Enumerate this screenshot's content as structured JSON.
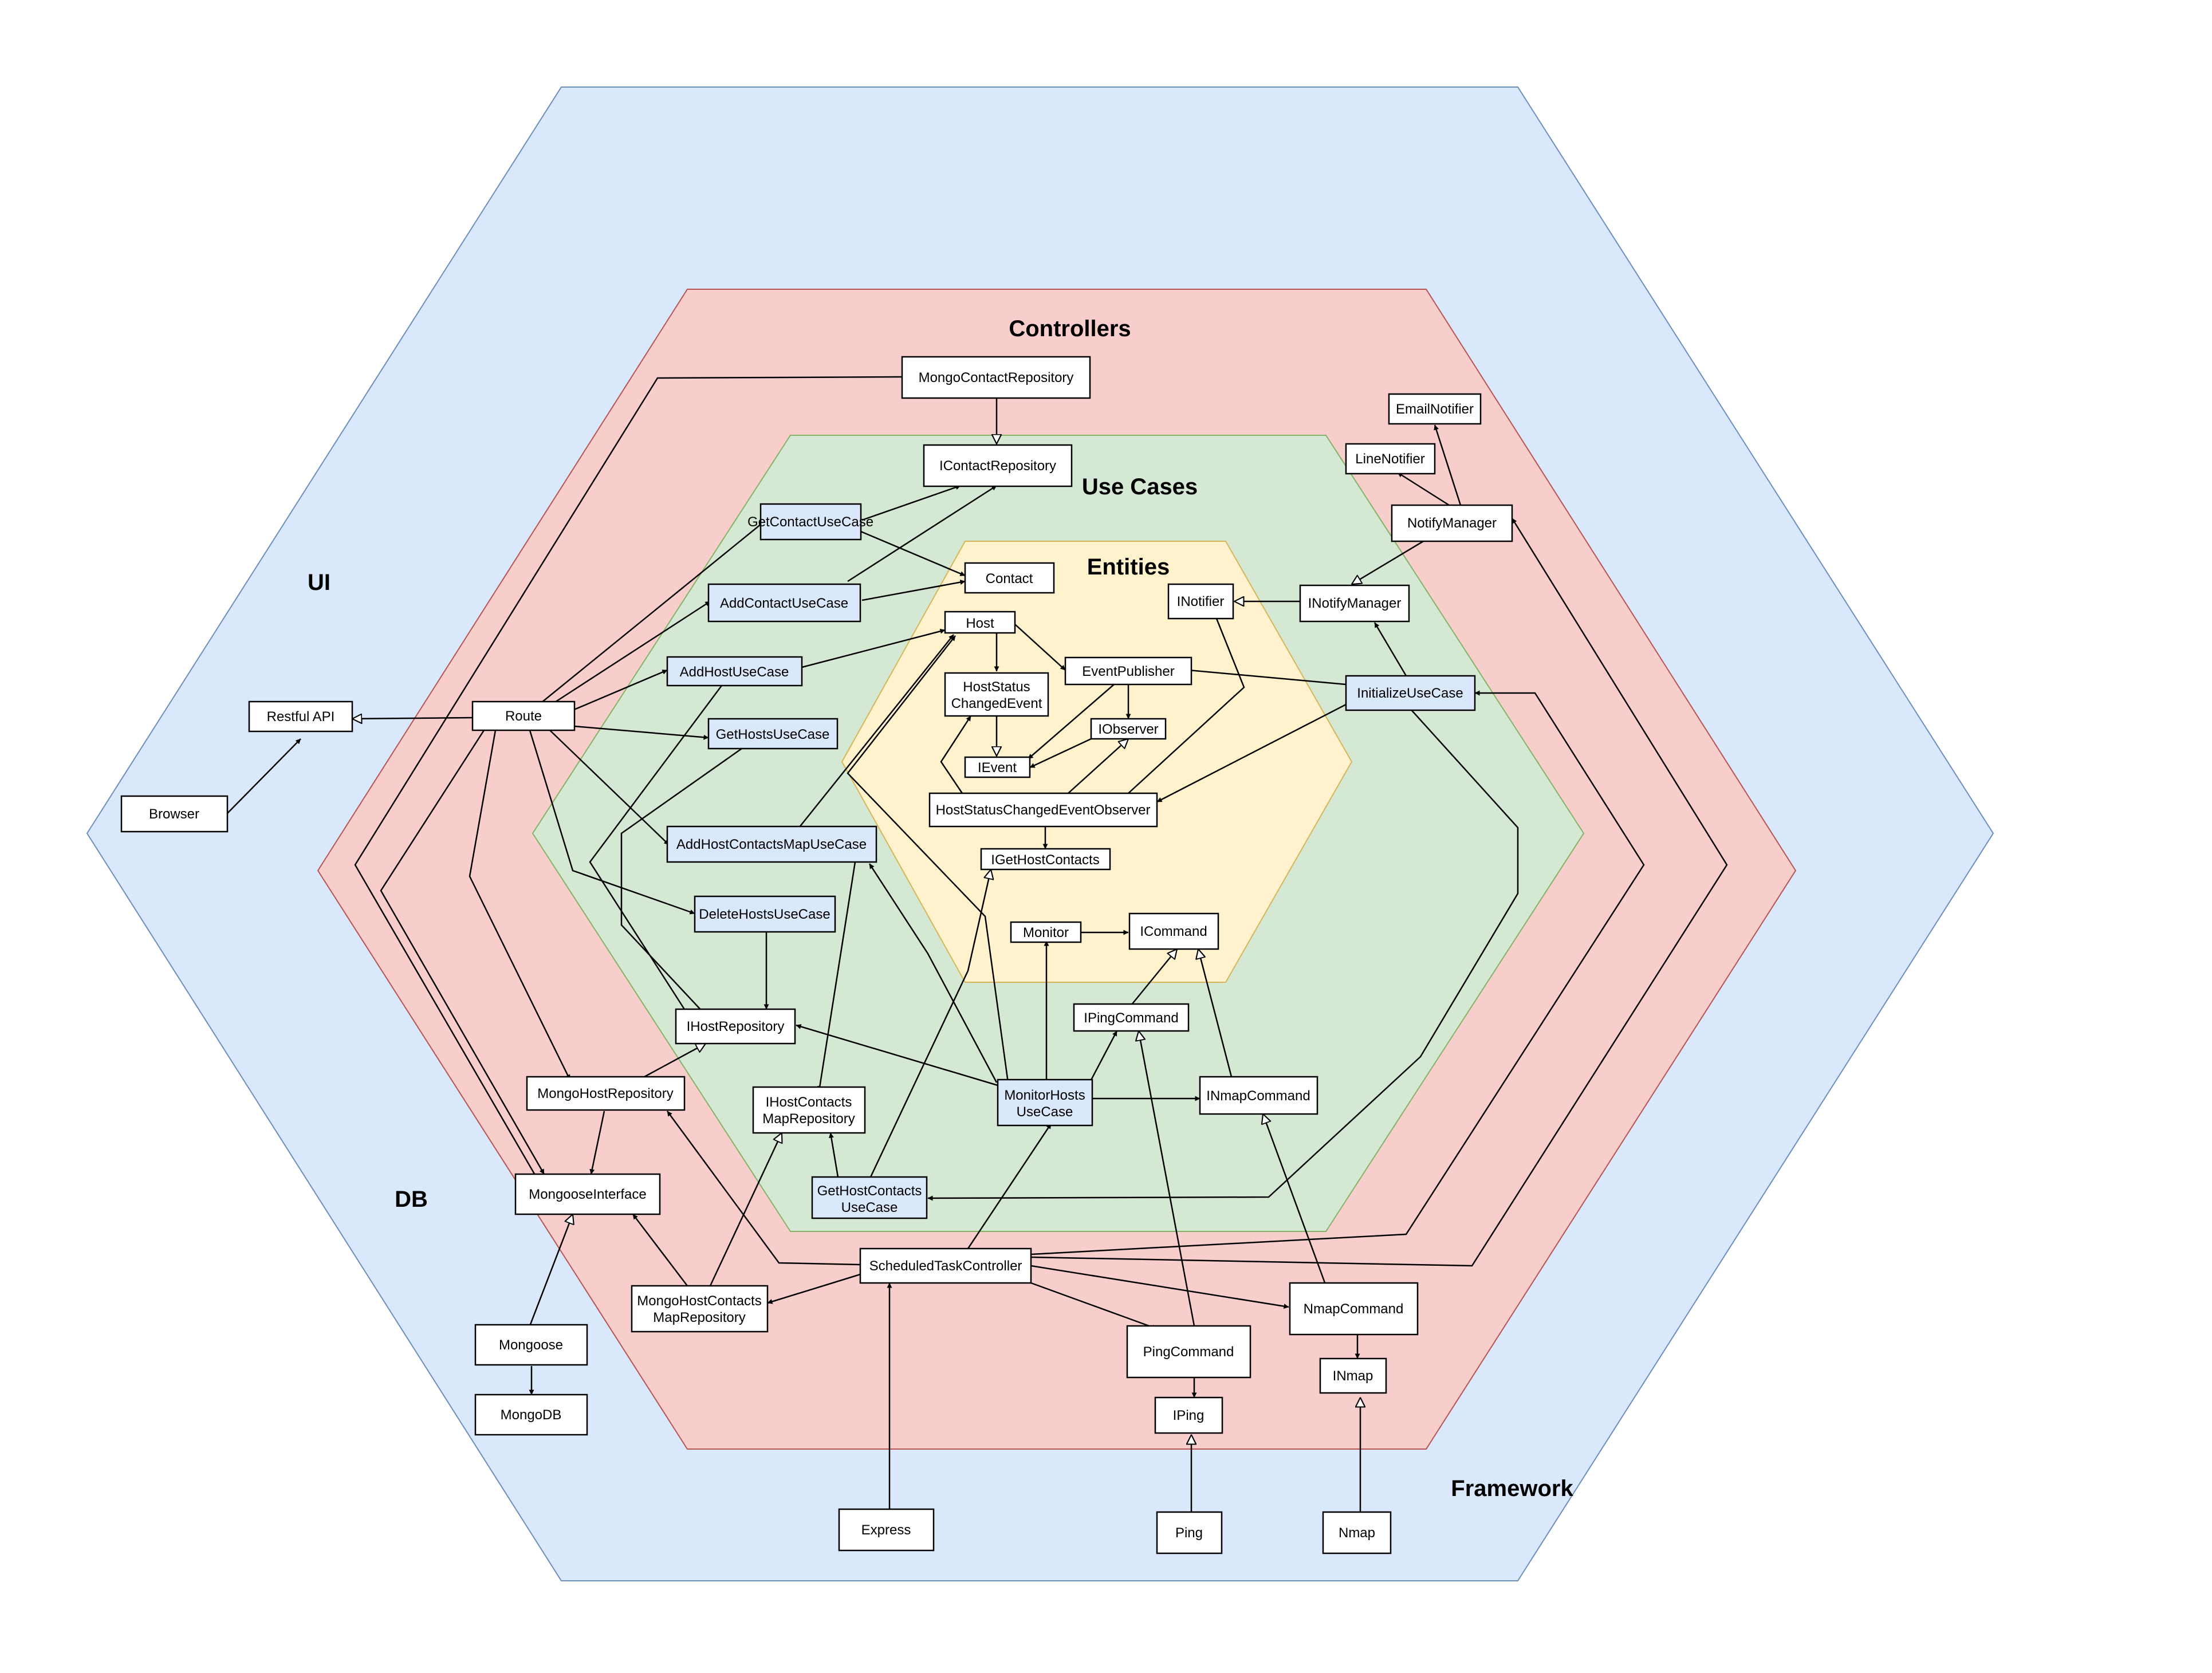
{
  "layers": {
    "ui": {
      "label": "UI",
      "fill": "#dae8fc",
      "stroke": "#6c8ebf"
    },
    "db": {
      "label": "DB"
    },
    "framework": {
      "label": "Framework"
    },
    "controllers": {
      "label": "Controllers",
      "fill": "#f8cecc",
      "stroke": "#b85450"
    },
    "use_cases": {
      "label": "Use Cases",
      "fill": "#d5e8d4",
      "stroke": "#82b366"
    },
    "entities": {
      "label": "Entities",
      "fill": "#fff2cc",
      "stroke": "#d6b656"
    }
  },
  "box_colors": {
    "white": "#ffffff",
    "usecase": "#dae8fc"
  },
  "nodes": {
    "mongo_contact_repo": "MongoContactRepository",
    "icontact_repo": "IContactRepository",
    "get_contact_uc": "GetContactUseCase",
    "add_contact_uc": "AddContactUseCase",
    "contact": "Contact",
    "host": "Host",
    "add_host_uc": "AddHostUseCase",
    "get_hosts_uc": "GetHostsUseCase",
    "host_status_changed_event_1": "HostStatus",
    "host_status_changed_event_2": "ChangedEvent",
    "event_publisher": "EventPublisher",
    "iobserver": "IObserver",
    "ievent": "IEvent",
    "hsce_observer": "HostStatusChangedEventObserver",
    "igethostcontacts": "IGetHostContacts",
    "add_host_contacts_map_uc": "AddHostContactsMapUseCase",
    "delete_hosts_uc": "DeleteHostsUseCase",
    "monitor": "Monitor",
    "icommand": "ICommand",
    "ihost_repo": "IHostRepository",
    "ipingcommand": "IPingCommand",
    "mongo_host_repo": "MongoHostRepository",
    "ihostcontacts_map_repo_1": "IHostContacts",
    "ihostcontacts_map_repo_2": "MapRepository",
    "monitor_hosts_uc_1": "MonitorHosts",
    "monitor_hosts_uc_2": "UseCase",
    "inmapcommand": "INmapCommand",
    "mongoose_interface": "MongooseInterface",
    "get_host_contacts_uc_1": "GetHostContacts",
    "get_host_contacts_uc_2": "UseCase",
    "scheduled_task_controller": "ScheduledTaskController",
    "mongo_hostcontacts_map_repo_1": "MongoHostContacts",
    "mongo_hostcontacts_map_repo_2": "MapRepository",
    "nmap_command": "NmapCommand",
    "ping_command": "PingCommand",
    "inmap": "INmap",
    "iping": "IPing",
    "mongoose": "Mongoose",
    "mongodb": "MongoDB",
    "express": "Express",
    "ping": "Ping",
    "nmap": "Nmap",
    "email_notifier": "EmailNotifier",
    "line_notifier": "LineNotifier",
    "notify_manager": "NotifyManager",
    "inotifier": "INotifier",
    "inotify_manager": "INotifyManager",
    "initialize_uc": "InitializeUseCase",
    "restful_api": "Restful API",
    "route": "Route",
    "browser": "Browser"
  }
}
